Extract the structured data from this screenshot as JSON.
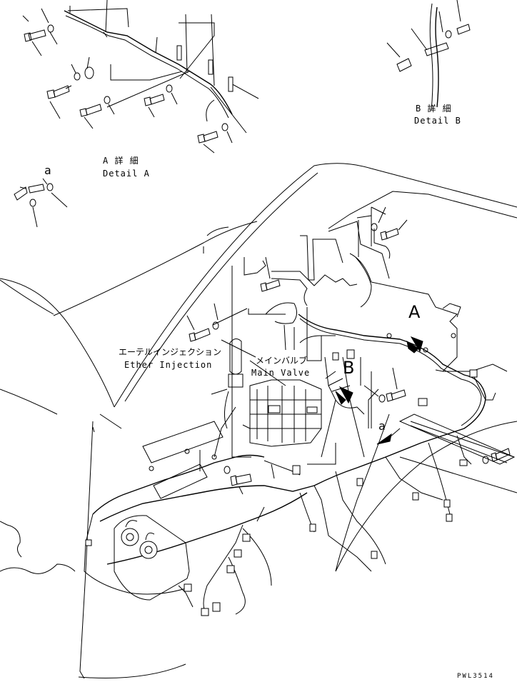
{
  "labels": {
    "detail_a_jp": "A 詳 細",
    "detail_a_en": "Detail A",
    "detail_b_jp": "B 詳 細",
    "detail_b_en": "Detail B",
    "ether_jp": "エーテルインジェクション",
    "ether_en": "Ether Injection",
    "main_valve_jp": "メインバルブ",
    "main_valve_en": "Main Valve",
    "view_a": "A",
    "view_b": "B",
    "small_a_top": "a",
    "small_a_mid": "a",
    "drawing_ref": "PWL3514"
  }
}
